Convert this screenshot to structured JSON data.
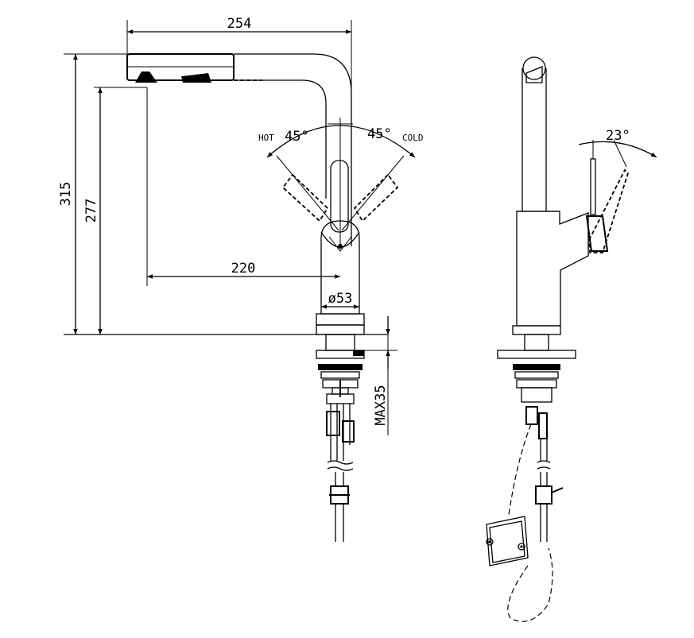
{
  "drawing": {
    "front_view": {
      "dimensions": {
        "width_total": "254",
        "height_total": "315",
        "height_spout": "277",
        "reach": "220",
        "diameter": "ø53",
        "max_thickness": "MAX35"
      },
      "handle": {
        "hot_label": "HOT",
        "hot_angle": "45°",
        "cold_angle": "45°",
        "cold_label": "COLD"
      }
    },
    "side_view": {
      "dimensions": {
        "tilt_angle": "23°"
      }
    },
    "colors": {
      "line": "#000000",
      "background": "#ffffff"
    }
  }
}
